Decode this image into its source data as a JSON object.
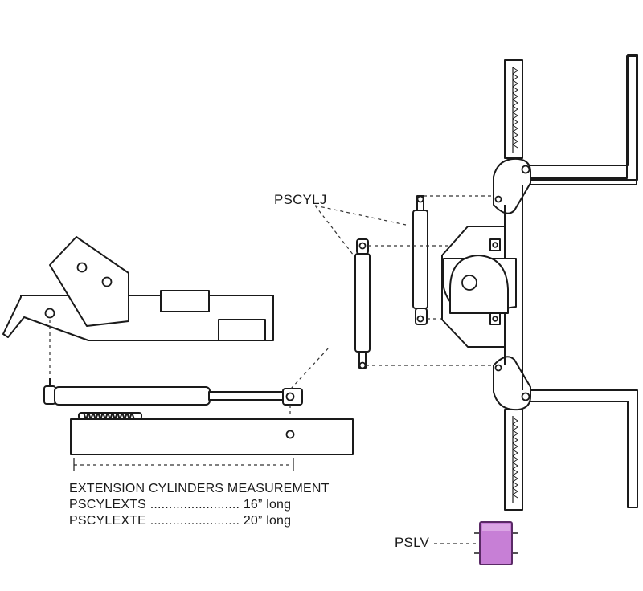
{
  "labels": {
    "pscylj": "PSCYLJ",
    "pslv": "PSLV",
    "measurement_title": "EXTENSION CYLINDERS MEASUREMENT",
    "measurement_rows": [
      "PSCYLEXTS ........................ 16” long",
      "PSCYLEXTE ........................ 20” long"
    ]
  },
  "colors": {
    "line": "#1a1a1a",
    "valve_fill": "#c77fd6",
    "valve_stroke": "#5a2a66",
    "background": "#ffffff"
  }
}
